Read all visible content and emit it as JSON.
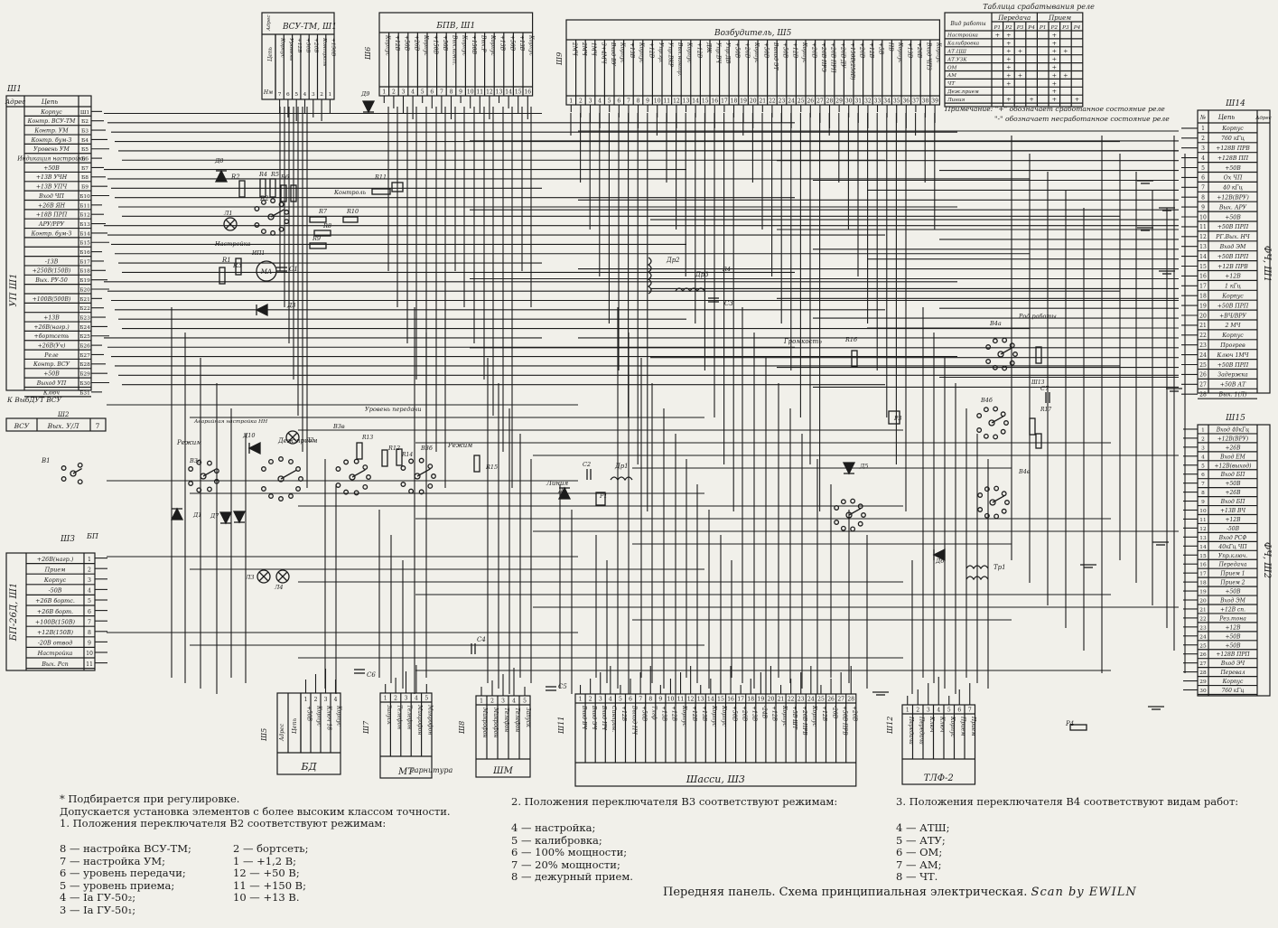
{
  "connectors": {
    "sh1": {
      "name": "Ш1",
      "head_left": "Адрес",
      "head_mid": "Цепь",
      "block": "УП Ш1",
      "vert": "УП Ш1",
      "rows": [
        "Корпус",
        "Контр. ВСУ-ТМ",
        "Контр. УМ",
        "Контр. бум-З",
        "Уровень УМ",
        "Индикация настройки",
        "+50В",
        "+13В УЧН",
        "+13В УПЧ",
        "Вход ЧП",
        "+26В ЯН",
        "+18В ПРП",
        "АРУ/РРУ",
        "Контр. бум-З",
        "",
        "",
        "-13В",
        "+250В(150В)",
        "Вых. РУ-50",
        "",
        "+100В(500В)",
        "",
        "+13В",
        "+26В(нагр.)",
        "+бортсеть",
        "+26В(Уч)",
        "Реле",
        "Контр. ВСУ",
        "+50В",
        "Выход УП",
        "Ключ"
      ],
      "addr": [
        "Ш1",
        "Б2",
        "Б3",
        "Б4",
        "Б5",
        "Б6",
        "Б7",
        "Б8",
        "Б9",
        "Б10",
        "Б11",
        "Б12",
        "Б13",
        "Б14",
        "Б15",
        "Б16",
        "Б17",
        "Б18",
        "Б19",
        "Б20",
        "Б21",
        "Б22",
        "Б23",
        "Б24",
        "Б25",
        "Б26",
        "Б27",
        "Б28",
        "Б29",
        "Б30",
        "Б31"
      ]
    },
    "vsu_tm": {
      "title": "ВСУ-ТМ, Ш1",
      "head_left": "Адрес",
      "head_mid": "Цепь",
      "sub": "Нм",
      "cols": [
        "Корпус",
        "Уровень",
        "+12В",
        "+50В",
        "+26В",
        "Контроль",
        "+150В"
      ],
      "nums": [
        "7",
        "6",
        "5",
        "4",
        "3",
        "2",
        "1"
      ]
    },
    "bpv": {
      "title": "БПВ, Ш1",
      "sub": "Ш6",
      "cols": [
        "Корпус",
        "+12В",
        "+50В",
        "+26В",
        "Корпус",
        "+150В",
        "+50В",
        "Вых.конт.",
        "Корпус",
        "+150В",
        "Вых.Р",
        "Корпус",
        "+13В",
        "+50В",
        "+13В",
        "Корпус"
      ],
      "nums": [
        "1",
        "2",
        "3",
        "4",
        "5",
        "6",
        "7",
        "8",
        "9",
        "10",
        "11",
        "12",
        "13",
        "14",
        "15",
        "16"
      ]
    },
    "vozb": {
      "title": "Возбудитель, Ш5",
      "sub": "Ш9",
      "cols": [
        "2МЧ",
        "2МЧ",
        "1МЧ",
        "3+4МЧ",
        "Вход ВУ",
        "Корпус",
        "+13В",
        "Корпус",
        "+12В",
        "Упр.гр.",
        "Упр.ВКР",
        "Вых.нонтр.",
        "Корпус",
        "+12В",
        "ДЖ",
        "Упр.ВЧ",
        "Упр.ДВ",
        "+50В",
        "+26В",
        "Корпус",
        "+50В",
        "Выход ЭТ",
        "+50В",
        "+12В",
        "Корпус",
        "+26В",
        "+26В ПРЭ",
        "+26В ПРП",
        "+26В ДУ",
        "+150В(250В)",
        "+26В",
        "+12В",
        "+5В",
        "ПВ",
        "Корпус",
        "+13В",
        "+26В",
        "Вход ЧПЗ",
        "Корпус"
      ],
      "nums": [
        "1",
        "2",
        "3",
        "4",
        "5",
        "6",
        "7",
        "8",
        "9",
        "10",
        "11",
        "12",
        "13",
        "14",
        "15",
        "16",
        "17",
        "18",
        "19",
        "20",
        "21",
        "22",
        "23",
        "24",
        "25",
        "26",
        "27",
        "28",
        "29",
        "30",
        "31",
        "32",
        "33",
        "34",
        "35",
        "36",
        "37",
        "38",
        "39"
      ]
    },
    "sh14": {
      "name": "Ш14",
      "head_left": "№",
      "head_mid": "Цепь",
      "head_right": "Адрес",
      "vert": "ФЧ, Ш1",
      "rows": [
        "Корпус",
        "760 кГц",
        "+128В ПРВ",
        "+128В ПП",
        "+50В",
        "Ох ЧП",
        "40 кГц",
        "+12В(ВРУ)",
        "Вых. АРУ",
        "+50В",
        "+50В ПРП",
        "РГ.Вых. НЧ",
        "Вход ЭМ",
        "+50В ПРП",
        "+12В ПРВ",
        "+12В",
        "1 кГц",
        "Корпус",
        "+50В ПРП",
        "+ВЧ/ВРУ",
        "2 МЧ",
        "Корпус",
        "Прогрев",
        "Ключ 1МЧ",
        "+50В ПРП",
        "Задержка",
        "+50В АТ",
        "Вых. 1(Л)"
      ],
      "nums": [
        "1",
        "2",
        "3",
        "4",
        "5",
        "6",
        "7",
        "8",
        "9",
        "10",
        "11",
        "12",
        "13",
        "14",
        "15",
        "16",
        "17",
        "18",
        "19",
        "20",
        "21",
        "22",
        "23",
        "24",
        "25",
        "26",
        "27",
        "28"
      ]
    },
    "sh15": {
      "name": "Ш15",
      "vert": "ФЧ, Ш2",
      "rows": [
        "Вход 40кГц",
        "+12В(ВРУ)",
        "+26В",
        "Вход ЕМ",
        "+12В(выход)",
        "Вход БП",
        "+50В",
        "+26В",
        "Вход БП",
        "+13В ВЧ",
        "+12В",
        "-50В",
        "Вход РСФ",
        "40кГц ЧП",
        "Упр.ключ.",
        "Передача",
        "Прием 1",
        "Прием 2",
        "+50В",
        "Вход ЭМ",
        "+12В сп.",
        "Рез.тона",
        "+12В",
        "+50В",
        "+50В",
        "+128В ПРП",
        "Вход ЭЧ",
        "Перевал",
        "Корпус",
        "760 кГц"
      ],
      "nums": [
        "1",
        "2",
        "3",
        "4",
        "5",
        "6",
        "7",
        "8",
        "9",
        "10",
        "11",
        "12",
        "13",
        "14",
        "15",
        "16",
        "17",
        "18",
        "19",
        "20",
        "21",
        "22",
        "23",
        "24",
        "25",
        "26",
        "27",
        "28",
        "29",
        "30"
      ]
    },
    "sh3": {
      "name": "Ш3",
      "block": "БП-26Д, Ш1",
      "vert": "БП-26Д, Ш1",
      "rows": [
        "+26В(нагр.)",
        "Прием",
        "Корпус",
        "-50В",
        "+26В бортс.",
        "+26В борт.",
        "+100В(150В)",
        "+12В(150В)",
        "-20В отвод",
        "Настройка",
        "Вых. Рсп"
      ],
      "nums": [
        "1",
        "2",
        "3",
        "4",
        "5",
        "6",
        "7",
        "8",
        "9",
        "10",
        "11"
      ]
    },
    "vsu_vy": {
      "label": "К ВыбДУТ ВСУ",
      "code": "Ш2",
      "box_left": "ВСУ",
      "box_mid": "Вых. У/Л",
      "box_num": "7"
    },
    "bd": {
      "title": "БД",
      "sub": "Ш5",
      "head_left": "Адрес",
      "head_mid": "Цепь",
      "cols": [
        "+50В",
        "Корпус",
        "Ключ 18",
        "Корпус"
      ],
      "nums": [
        "1",
        "2",
        "3",
        "4"
      ]
    },
    "mt": {
      "title": "МТ",
      "subtitle": "гарнитура",
      "sub": "Ш7",
      "cols": [
        "Запуск",
        "Телефон",
        "Телефон",
        "Микрофон",
        "Микрофон"
      ],
      "nums": [
        "1",
        "2",
        "3",
        "4",
        "5"
      ]
    },
    "shm": {
      "title": "ШМ",
      "sub": "Ш8",
      "cols": [
        "Микрофон",
        "Микрофон",
        "Телефон",
        "Телефон",
        "Запуск"
      ],
      "nums": [
        "1",
        "2",
        "3",
        "4",
        "5"
      ]
    },
    "chassis": {
      "title": "Шасси, Ш3",
      "sub": "Ш11",
      "cols": [
        "Вход ВЧ",
        "Вход ЭЧ",
        "Вход ПЧ",
        "Синхрон.",
        "+12В",
        "Выход НЧ",
        "+50В",
        "Тлгф",
        "+13В",
        "+12В",
        "Корпус",
        "+12В",
        "+13В",
        "Корпус",
        "Корпус",
        "+50В",
        "+26В",
        "+13В",
        "-24В",
        "+12В",
        "Корпус",
        "+5В ШТ",
        "+26В ПРВ",
        "Корпус",
        "+12В",
        "-20В",
        "+50В ПРВ",
        "+26В"
      ],
      "nums": [
        "1",
        "2",
        "3",
        "4",
        "5",
        "6",
        "7",
        "8",
        "9",
        "10",
        "11",
        "12",
        "13",
        "14",
        "15",
        "16",
        "17",
        "18",
        "19",
        "20",
        "21",
        "22",
        "23",
        "24",
        "25",
        "26",
        "27",
        "28"
      ]
    },
    "tlf": {
      "title": "ТЛФ-2",
      "sub": "Ш12",
      "cols": [
        "Передача",
        "Передача",
        "Ключ",
        "Ключ",
        "Корпус",
        "Прием",
        "Прием"
      ],
      "nums": [
        "1",
        "2",
        "3",
        "4",
        "5",
        "6",
        "7"
      ]
    }
  },
  "relay_table": {
    "title": "Таблица срабатывания реле",
    "head_mode": "Вид работы",
    "groups": [
      "Передача",
      "Прием"
    ],
    "cols": [
      "Р1",
      "Р2",
      "Р3",
      "Р4",
      "Р1",
      "Р2",
      "Р3",
      "Р4"
    ],
    "rows": [
      {
        "mode": "Настройка",
        "v": [
          "+",
          "+",
          "",
          "",
          "",
          "+",
          "",
          ""
        ]
      },
      {
        "mode": "Калибровка",
        "v": [
          "",
          "+",
          "",
          "",
          "",
          "+",
          "",
          ""
        ]
      },
      {
        "mode": "АТ.ЦШ",
        "v": [
          "",
          "+",
          "+",
          "",
          "",
          "+",
          "+",
          ""
        ]
      },
      {
        "mode": "АТ.УЗК",
        "v": [
          "",
          "+",
          "",
          "",
          "",
          "+",
          "",
          ""
        ]
      },
      {
        "mode": "ОМ",
        "v": [
          "",
          "+",
          "",
          "",
          "",
          "+",
          "",
          ""
        ]
      },
      {
        "mode": "АМ",
        "v": [
          "",
          "+",
          "+",
          "",
          "",
          "+",
          "+",
          ""
        ]
      },
      {
        "mode": "ЧТ",
        "v": [
          "",
          "+",
          "",
          "",
          "",
          "+",
          "",
          ""
        ]
      },
      {
        "mode": "Деж.прием",
        "v": [
          "",
          "",
          "",
          "",
          "",
          "+",
          "",
          ""
        ]
      },
      {
        "mode": "Линия",
        "v": [
          "",
          "+",
          "",
          "+",
          "",
          "+",
          "",
          "+"
        ]
      }
    ],
    "note1": "Примечание: \"+\" обозначает сработанное состояние реле",
    "note2": "\"-\" обозначает несработанное состояние реле"
  },
  "labels": {
    "switch_b1": "В1",
    "bp": "БП",
    "v2": "В2",
    "v3a": "В3а",
    "v3b": "В3б",
    "v3v": "В3в",
    "v4a": "В4а",
    "v4b": "В4б",
    "v4v": "В4в",
    "rezhim": "Режим",
    "rezhim2": "Режим",
    "dezh_priem": "Деж.прием",
    "uroven": "Уровень передачи",
    "nastroika": "Настройка",
    "avar": "Аварийная настройка НН",
    "rod_raboty": "Род работы",
    "gromkost": "Громкость",
    "liniya": "Линия",
    "kontrol": "Контроль",
    "klyuch": "Ключ",
    "r1": "R1",
    "r2": "R2",
    "r3": "R3",
    "r4": "R4",
    "r5": "R5",
    "r6": "R6",
    "r7": "R7",
    "r8": "R8",
    "r9": "R9",
    "r10": "R10",
    "r11": "R11",
    "r12": "R12",
    "r13": "R13",
    "r14": "R14",
    "r15": "R15",
    "r16": "R16",
    "r17": "R17",
    "d1": "Д1",
    "d2": "Д2",
    "d3": "Д3",
    "d4": "Д4",
    "d5": "Д5",
    "d6": "Д6",
    "d7": "Д7",
    "d8": "Д8",
    "d9": "Д9",
    "d10": "Д10",
    "c1": "С1",
    "c2": "С2",
    "c3": "С3",
    "c4": "С4",
    "c5": "С5",
    "c6": "С6",
    "c7": "С7",
    "l1": "Л1",
    "l2": "Л2",
    "l3": "Л3",
    "l4": "Л4",
    "dr1": "Др1",
    "dr2": "Др2",
    "dr3": "Др3",
    "p1": "Р1",
    "p2": "Р2",
    "p3": "Р3",
    "p4": "Р4",
    "tr1": "Тр1",
    "ip1": "ИП1",
    "ma": "МА",
    "sh13": "Ш13"
  },
  "notes": {
    "left": "* Подбирается при регулировке.\nДопускается установка элементов с более высоким классом точности.\n1. Положения переключателя В2 соответствуют режимам:",
    "left_a": "8 — настройка ВСУ-ТМ;\n7 — настройка УМ;\n6 — уровень передачи;\n5 — уровень приема;\n4 — Ia ГУ-50₂;\n3 — Ia ГУ-50₁;",
    "left_b": "2 — бортсеть;\n1 — +1,2 В;\n12 — +50 В;\n11 — +150 В;\n10 — +13 В.",
    "mid": "2. Положения переключателя В3 соответствуют режимам:",
    "mid_a": "4 — настройка;\n5 — калибровка;\n6 — 100% мощности;\n7 — 20% мощности;\n8 — дежурный прием.",
    "right": "3. Положения переключателя В4 соответствуют видам работ:",
    "right_a": "4 — АТШ;\n5 — АТУ;\n6 — ОМ;\n7 — АМ;\n8 — ЧТ."
  },
  "caption": {
    "text": "Передняя панель. Схема принципиальная электрическая.",
    "scan": "Scan by EWILN"
  }
}
